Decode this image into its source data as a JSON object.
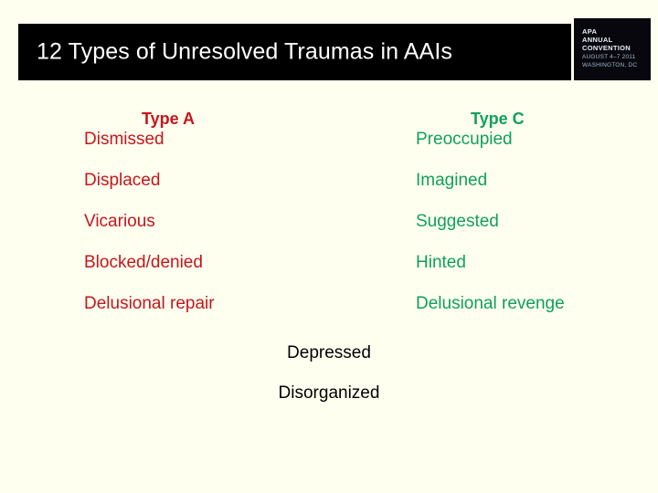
{
  "slide": {
    "title": "12 Types of Unresolved Traumas in AAIs",
    "background_color": "#FFFFF0"
  },
  "banner": {
    "background_color": "#000000",
    "text_color": "#FFFFFF"
  },
  "logo": {
    "line1": "APA",
    "line2": "ANNUAL",
    "line3": "CONVENTION",
    "line4": "AUGUST 4–7 2011",
    "line5": "WASHINGTON, DC",
    "background_color": "#07070D",
    "text_color": "#CFE2F3"
  },
  "columns": [
    {
      "heading": "Type A",
      "color": "#C4161C",
      "items": [
        "Dismissed",
        "Displaced",
        "Vicarious",
        "Blocked/denied",
        "Delusional repair"
      ]
    },
    {
      "heading": "Type C",
      "color": "#10A05A",
      "items": [
        "Preoccupied",
        "Imagined",
        "Suggested",
        "Hinted",
        "Delusional revenge"
      ]
    }
  ],
  "shared": {
    "color": "#000000",
    "items": [
      "Depressed",
      "Disorganized"
    ]
  }
}
